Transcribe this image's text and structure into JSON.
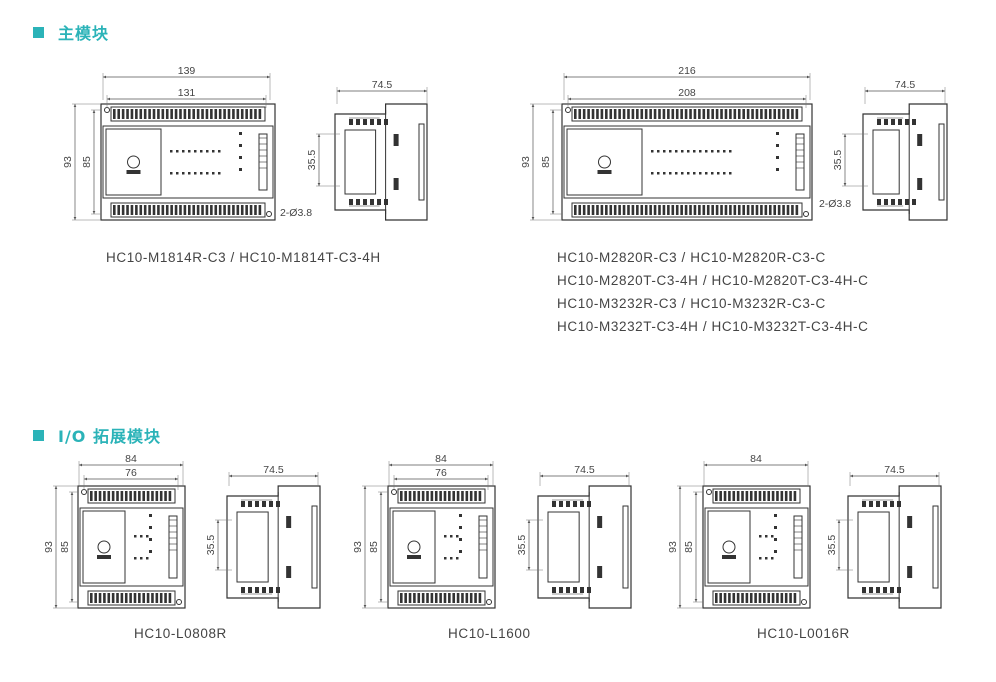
{
  "sections": {
    "main": {
      "title": "主模块"
    },
    "io": {
      "title": "I/O 拓展模块"
    }
  },
  "main_left": {
    "front": {
      "width_outer": "139",
      "width_inner": "131",
      "height_outer": "93",
      "height_inner": "85",
      "holes": "2-Ø3.8"
    },
    "side": {
      "depth": "74.5",
      "rail": "35.5"
    },
    "model": "HC10-M1814R-C3 / HC10-M1814T-C3-4H"
  },
  "main_right": {
    "front": {
      "width_outer": "216",
      "width_inner": "208",
      "height_outer": "93",
      "height_inner": "85",
      "holes": "2-Ø3.8"
    },
    "side": {
      "depth": "74.5",
      "rail": "35.5"
    },
    "models": [
      "HC10-M2820R-C3 / HC10-M2820R-C3-C",
      "HC10-M2820T-C3-4H / HC10-M2820T-C3-4H-C",
      "HC10-M3232R-C3 / HC10-M3232R-C3-C",
      "HC10-M3232T-C3-4H / HC10-M3232T-C3-4H-C"
    ]
  },
  "io_modules": [
    {
      "front": {
        "width_outer": "84",
        "width_inner": "76",
        "height_outer": "93",
        "height_inner": "85"
      },
      "side": {
        "depth": "74.5",
        "rail": "35.5"
      },
      "model": "HC10-L0808R"
    },
    {
      "front": {
        "width_outer": "84",
        "width_inner": "76",
        "height_outer": "93",
        "height_inner": "85"
      },
      "side": {
        "depth": "74.5",
        "rail": "35.5"
      },
      "model": "HC10-L1600"
    },
    {
      "front": {
        "width_outer": "84",
        "height_outer": "93",
        "height_inner": "85"
      },
      "side": {
        "depth": "74.5",
        "rail": "35.5"
      },
      "model": "HC10-L0016R"
    }
  ],
  "colors": {
    "accent": "#2bb3b8",
    "line": "#333333",
    "text": "#444444"
  }
}
